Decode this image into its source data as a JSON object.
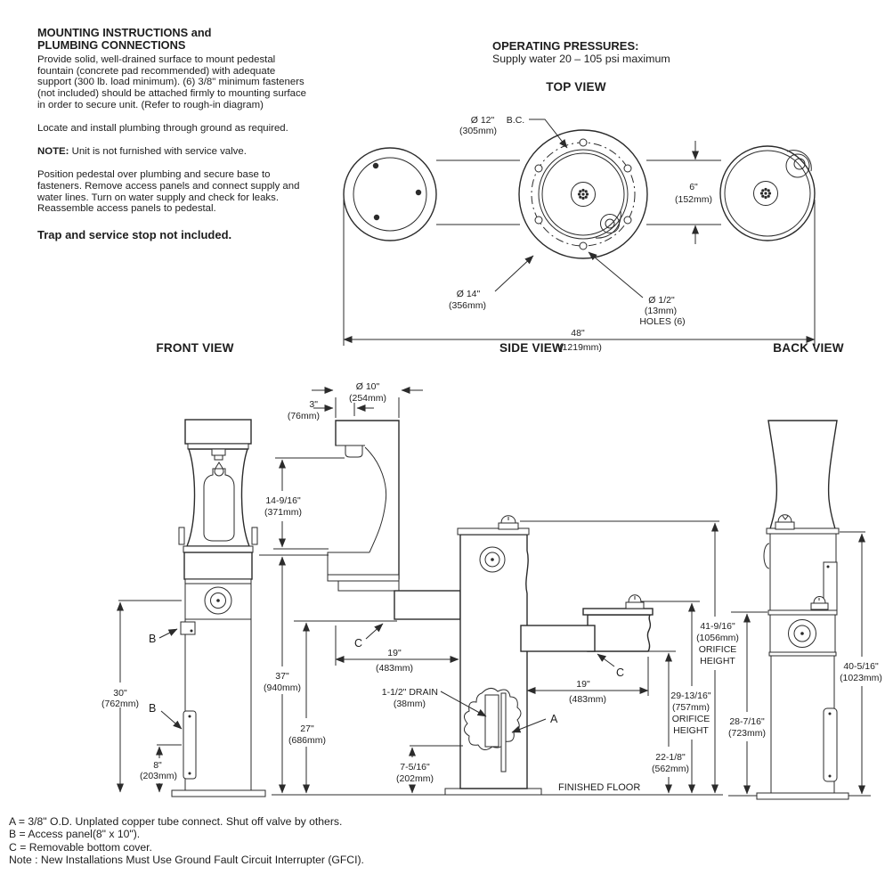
{
  "instructions": {
    "title_line1": "MOUNTING INSTRUCTIONS and",
    "title_line2": "PLUMBING CONNECTIONS",
    "para1": "Provide solid, well-drained surface to mount pedestal fountain (concrete pad recommended) with adequate support (300 lb. load minimum). (6) 3/8\" minimum fasteners (not included) should be attached firmly to mounting surface in order to secure unit. (Refer to rough-in diagram)",
    "para2": "Locate and install plumbing through ground as required.",
    "note_label": "NOTE:",
    "note_text": " Unit is not furnished with service valve.",
    "para3": "Position pedestal over plumbing and secure base to fasteners. Remove access panels and connect supply and water lines. Turn on water supply and check for leaks. Reassemble access panels to pedestal.",
    "emphasis": "Trap and service stop not included."
  },
  "operating": {
    "title": "OPERATING PRESSURES:",
    "line": "Supply water 20 – 105 psi maximum"
  },
  "views": {
    "top": "TOP VIEW",
    "front": "FRONT VIEW",
    "side": "SIDE VIEW",
    "back": "BACK VIEW"
  },
  "top_view": {
    "bc_dia": "Ø 12\"",
    "bc": "B.C.",
    "bc_mm": "(305mm)",
    "gap_in": "6\"",
    "gap_mm": "(152mm)",
    "base_dia": "Ø 14\"",
    "base_mm": "(356mm)",
    "hole_dia": "Ø 1/2\"",
    "hole_mm": "(13mm)",
    "hole_count": "HOLES (6)",
    "overall_in": "48\"",
    "overall_mm": "(1219mm)"
  },
  "front_view": {
    "h30_in": "30\"",
    "h30_mm": "(762mm)",
    "h8_in": "8\"",
    "h8_mm": "(203mm)",
    "label_b": "B"
  },
  "side_view": {
    "dia10_in": "Ø 10\"",
    "dia10_mm": "(254mm)",
    "proj3_in": "3\"",
    "proj3_mm": "(76mm)",
    "h14_in": "14-9/16\"",
    "h14_mm": "(371mm)",
    "h37_in": "37\"",
    "h37_mm": "(940mm)",
    "h27_in": "27\"",
    "h27_mm": "(686mm)",
    "w19_in": "19\"",
    "w19_mm": "(483mm)",
    "drain": "1-1/2\" DRAIN",
    "drain_mm": "(38mm)",
    "h7_in": "7-5/16\"",
    "h7_mm": "(202mm)",
    "h22_in": "22-1/8\"",
    "h22_mm": "(562mm)",
    "h29_in": "29-13/16\"",
    "h29_mm": "(757mm)",
    "h41_in": "41-9/16\"",
    "h41_mm": "(1056mm)",
    "orifice": "ORIFICE",
    "height": "HEIGHT",
    "floor": "FINISHED FLOOR",
    "label_a": "A",
    "label_c": "C"
  },
  "back_view": {
    "h40_in": "40-5/16\"",
    "h40_mm": "(1023mm)",
    "h28_in": "28-7/16\"",
    "h28_mm": "(723mm)"
  },
  "notes": {
    "a": "A = 3/8\" O.D. Unplated copper tube connect. Shut off valve by others.",
    "b": "B = Access panel(8\" x 10\").",
    "c": "C = Removable bottom cover.",
    "gfci": "Note : New Installations Must Use Ground Fault Circuit Interrupter (GFCI)."
  }
}
